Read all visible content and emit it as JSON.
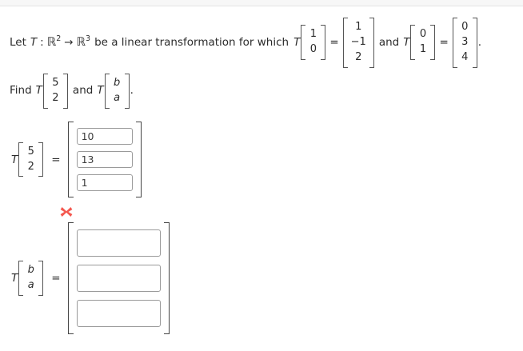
{
  "page": {
    "background": "#ffffff",
    "top_strip_color": "#f7f7f7"
  },
  "problem": {
    "lead_text": "Let",
    "transform_symbol": "T",
    "colon": ":",
    "domain_symbol": "ℝ",
    "domain_exponent": "2",
    "arrow": "→",
    "codomain_symbol": "ℝ",
    "codomain_exponent": "3",
    "middle_text": "be a linear transformation for which",
    "given": [
      {
        "operator": "T",
        "input_vector": [
          "1",
          "0"
        ],
        "equals": "=",
        "output_vector": [
          "1",
          "−1",
          "2"
        ]
      },
      {
        "conjunction": "and",
        "operator": "T",
        "input_vector": [
          "0",
          "1"
        ],
        "equals": "=",
        "output_vector": [
          "0",
          "3",
          "4"
        ]
      }
    ],
    "period": "."
  },
  "instruction": {
    "find_text": "Find",
    "operator": "T",
    "first_vector": [
      "5",
      "2"
    ],
    "conjunction": "and",
    "second_operator": "T",
    "second_vector": [
      "b",
      "a"
    ],
    "period": "."
  },
  "answers": [
    {
      "id": "answer-block-1",
      "operator": "T",
      "input_vector": [
        "5",
        "2"
      ],
      "equals": "=",
      "fields": [
        {
          "name": "row-1",
          "value": "10",
          "placeholder": ""
        },
        {
          "name": "row-2",
          "value": "13",
          "placeholder": ""
        },
        {
          "name": "row-3",
          "value": "1",
          "placeholder": ""
        }
      ],
      "status": ""
    },
    {
      "id": "answer-block-2",
      "operator": "T",
      "input_vector": [
        "b",
        "a"
      ],
      "equals": "=",
      "fields": [
        {
          "name": "row-1",
          "value": "",
          "placeholder": ""
        },
        {
          "name": "row-2",
          "value": "",
          "placeholder": ""
        },
        {
          "name": "row-3",
          "value": "",
          "placeholder": ""
        }
      ],
      "status": "incorrect",
      "status_icon": "x-mark-icon",
      "status_color": "#f4584f"
    }
  ]
}
